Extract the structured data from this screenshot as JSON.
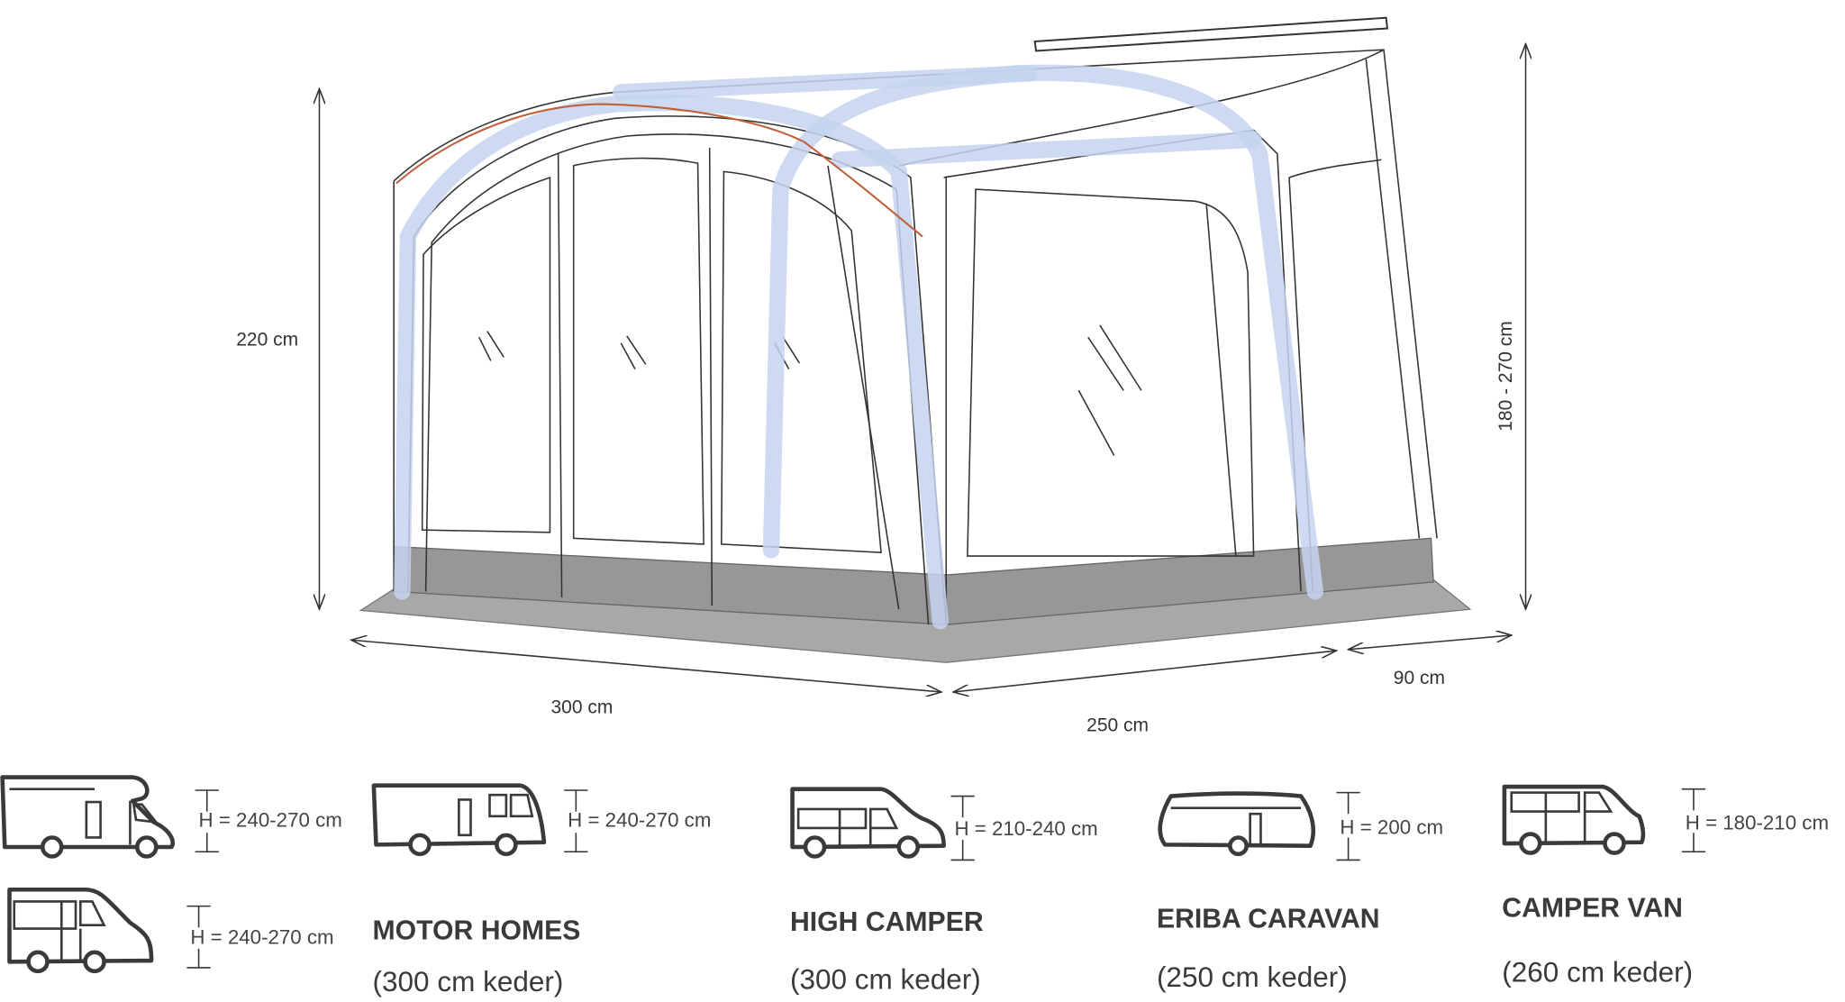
{
  "dimensions": {
    "height_front": "220 cm",
    "height_rear": "180 - 270 cm",
    "width_front": "300 cm",
    "width_side": "250 cm",
    "depth_annex": "90 cm"
  },
  "vehicles": {
    "motor_homes": {
      "title": "MOTOR HOMES",
      "keder": "(300 cm keder)",
      "heights": [
        "H = 240-270 cm",
        "H = 240-270 cm",
        "H = 240-270 cm"
      ]
    },
    "high_camper": {
      "title": "HIGH CAMPER",
      "keder": "(300 cm keder)",
      "height": "H = 210-240 cm"
    },
    "eriba_caravan": {
      "title": "ERIBA CARAVAN",
      "keder": "(250 cm keder)",
      "height": "H = 200 cm"
    },
    "camper_van": {
      "title": "CAMPER VAN",
      "keder": "(260 cm keder)",
      "height": "H = 180-210 cm"
    }
  },
  "colors": {
    "tube": "#c4d4ee",
    "floor": "#a3a3a3",
    "accent_line": "#c0603a"
  }
}
